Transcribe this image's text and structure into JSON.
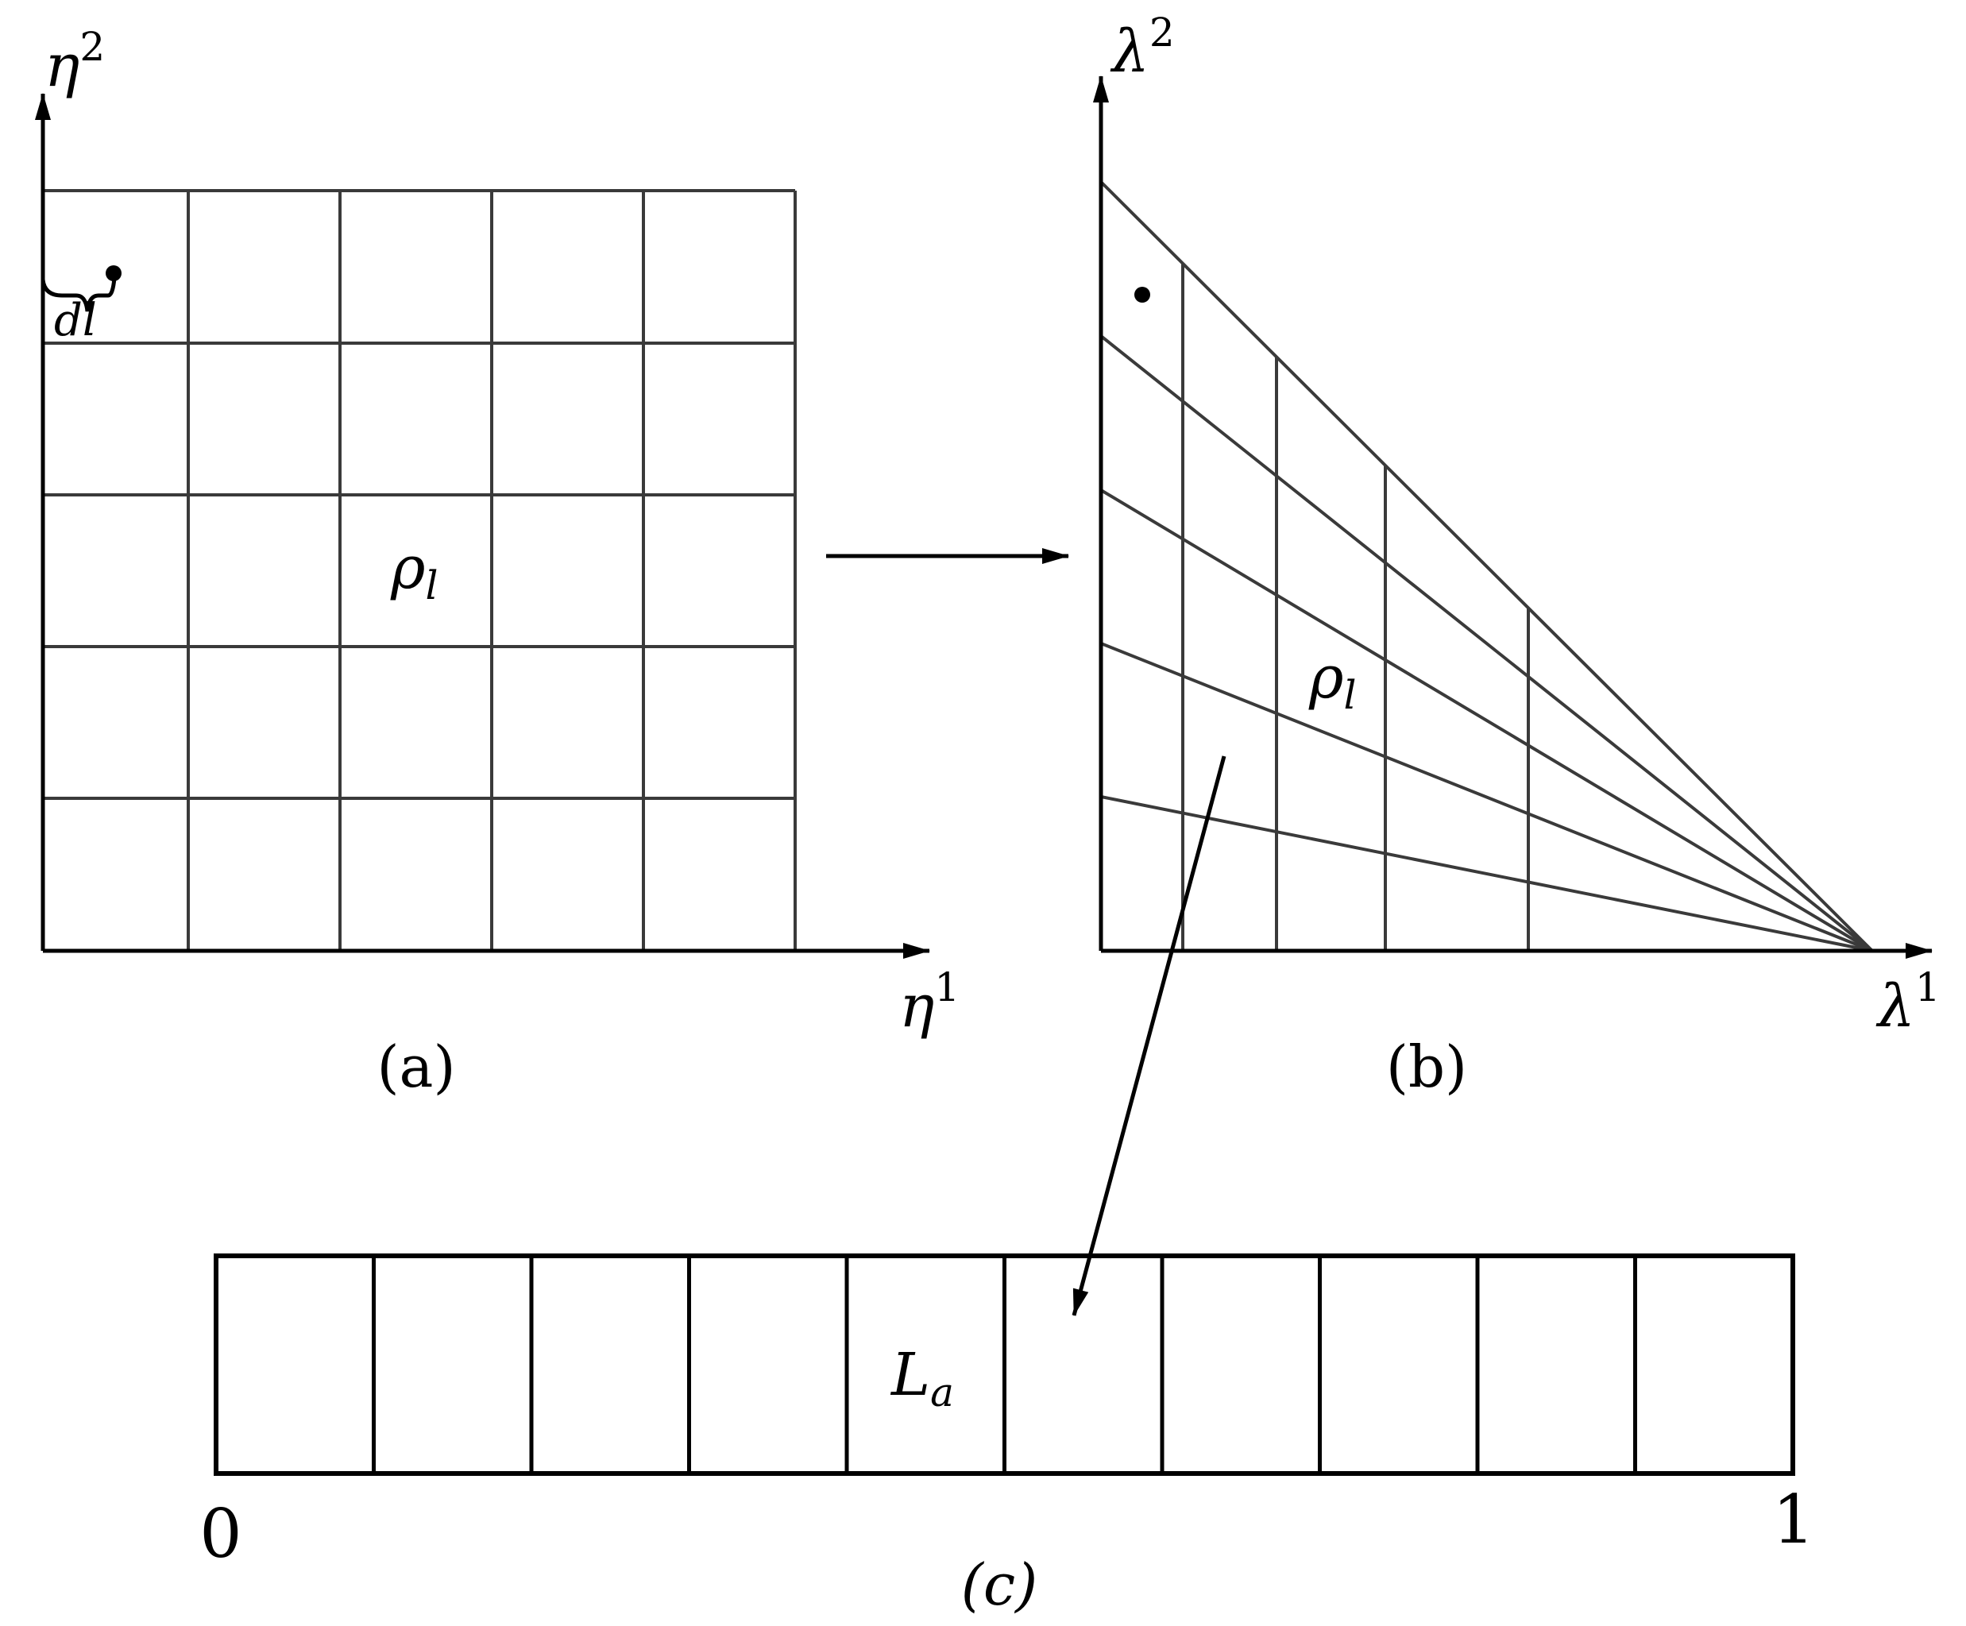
{
  "panel_a": {
    "caption": "(a)",
    "x_axis_symbol": "η",
    "x_axis_sup": "1",
    "y_axis_symbol": "η",
    "y_axis_sup": "2",
    "element_label_main": "ρ",
    "element_label_sub": "l",
    "brace_label": "dl",
    "grid_cells": 5
  },
  "panel_b": {
    "caption": "(b)",
    "x_axis_symbol": "λ",
    "x_axis_sup": "1",
    "y_axis_symbol": "λ",
    "y_axis_sup": "2",
    "element_label_main": "ρ",
    "element_label_sub": "l"
  },
  "panel_c": {
    "caption": "(c)",
    "cell_label_main": "L",
    "cell_label_sub": "a",
    "start_label": "0",
    "end_label": "1",
    "cells": 10
  },
  "colors": {
    "grid": "#3a3a3a",
    "axis": "#000000"
  }
}
